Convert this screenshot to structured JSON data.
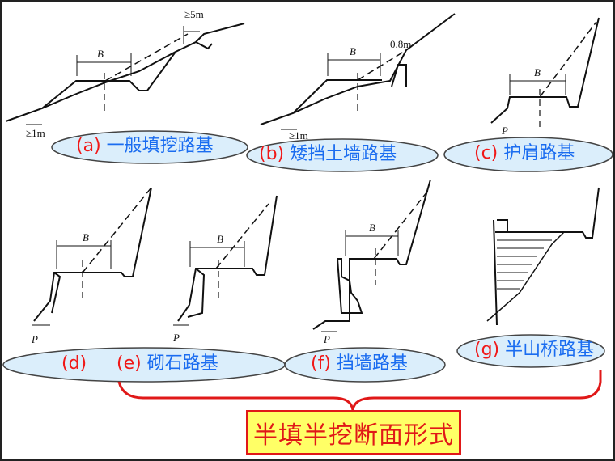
{
  "colors": {
    "tag": "#f01818",
    "name": "#1a6cf0",
    "ellipse_fill": "#dbeefb",
    "title_fill": "#ffff66",
    "title_border": "#e01818",
    "bracket": "#e01818"
  },
  "labels": {
    "a": {
      "tag": "(a)",
      "name": "一般填挖路基"
    },
    "b": {
      "tag": "(b)",
      "name": "矮挡土墙路基"
    },
    "c": {
      "tag": "(c)",
      "name": "护肩路基"
    },
    "d": {
      "tag": "(d)"
    },
    "e": {
      "tag": "(e)",
      "name": "砌石路基"
    },
    "f": {
      "tag": "(f)",
      "name": "挡墙路基"
    },
    "g": {
      "tag": "(g)",
      "name": "半山桥路基"
    }
  },
  "dims": {
    "B": "B",
    "five_m": "≥5m",
    "zero_eight_m": "0.8m",
    "one_m": "≥1m",
    "P": "P"
  },
  "title": "半填半挖断面形式"
}
